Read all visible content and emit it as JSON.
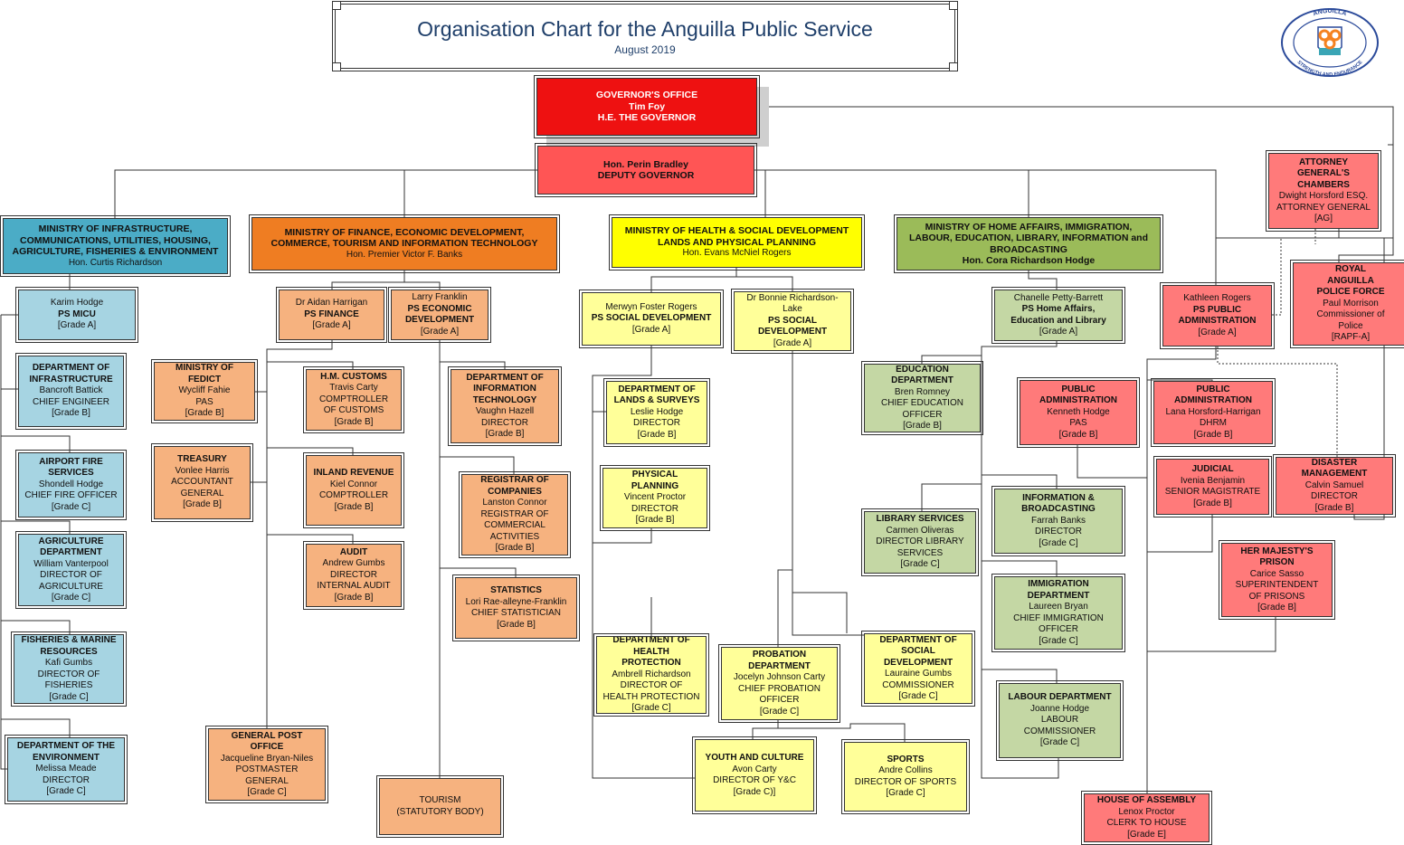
{
  "header": {
    "title": "Organisation Chart for the Anguilla Public Service",
    "subtitle": "August 2019"
  },
  "logo": {
    "top_text": "ANGUILLA",
    "bottom_text": "STRENGTH AND ENDURANCE",
    "ring_color": "#2b4a9a",
    "shield_colors": [
      "#ffffff",
      "#f58220",
      "#3aa5b5"
    ]
  },
  "colors": {
    "infrastructure": "#4bacc6",
    "finance": "#ef7d22",
    "health": "#ffff00",
    "home_affairs": "#9bbb59",
    "governor": "#ee1111",
    "independent": "#ff7a7a",
    "connector": "#333333"
  },
  "nodes": [
    {
      "id": "governor",
      "title": "GOVERNOR'S OFFICE\nTim Foy\nH.E. THE GOVERNOR",
      "lines": ""
    },
    {
      "id": "deputy",
      "title": "Hon. Perin Bradley\nDEPUTY GOVERNOR",
      "lines": ""
    },
    {
      "id": "min_infra",
      "title": "MINISTRY OF INFRASTRUCTURE,\nCOMMUNICATIONS, UTILITIES,  HOUSING,\nAGRICULTURE,  FISHERIES & ENVIRONMENT",
      "lines": "Hon. Curtis Richardson"
    },
    {
      "id": "min_fin",
      "title": "MINISTRY OF FINANCE, ECONOMIC DEVELOPMENT,\nCOMMERCE, TOURISM AND INFORMATION TECHNOLOGY",
      "lines": "Hon. Premier Victor F. Banks"
    },
    {
      "id": "min_health",
      "title": "MINISTRY OF HEALTH & SOCIAL DEVELOPMENT\nLANDS AND PHYSICAL PLANNING",
      "lines": "Hon. Evans McNiel Rogers"
    },
    {
      "id": "min_home",
      "title": "MINISTRY OF HOME AFFAIRS, IMMIGRATION,\nLABOUR, EDUCATION, LIBRARY, INFORMATION and\nBROADCASTING\nHon. Cora Richardson Hodge",
      "lines": ""
    },
    {
      "id": "ag",
      "title": "ATTORNEY\nGENERAL'S\nCHAMBERS",
      "lines": "Dwight Horsford ESQ.\nATTORNEY GENERAL\n[AG]"
    },
    {
      "id": "police",
      "title": "ROYAL\nANGUILLA\nPOLICE FORCE",
      "lines": "Paul Morrison\nCommissioner of\nPolice\n[RAPF-A]"
    },
    {
      "id": "ps_micu",
      "pre": "Karim Hodge",
      "title": "PS MICU",
      "lines": "[Grade A]"
    },
    {
      "id": "infra_dept",
      "title": "DEPARTMENT OF\nINFRASTRUCTURE",
      "lines": "Bancroft Battick\nCHIEF ENGINEER\n[Grade B]"
    },
    {
      "id": "airport",
      "title": "AIRPORT FIRE\nSERVICES",
      "lines": "Shondell Hodge\nCHIEF FIRE OFFICER\n[Grade C]"
    },
    {
      "id": "agri",
      "title": "AGRICULTURE\nDEPARTMENT",
      "lines": "William Vanterpool\nDIRECTOR OF\nAGRICULTURE\n[Grade C]"
    },
    {
      "id": "fish",
      "title": "FISHERIES & MARINE\nRESOURCES",
      "lines": "Kafi Gumbs\nDIRECTOR OF\nFISHERIES\n[Grade C]"
    },
    {
      "id": "env",
      "title": "DEPARTMENT OF THE\nENVIRONMENT",
      "lines": "Melissa Meade\nDIRECTOR\n[Grade C]"
    },
    {
      "id": "ps_fin",
      "pre": "Dr Aidan Harrigan",
      "title": "PS FINANCE",
      "lines": "[Grade A]"
    },
    {
      "id": "ps_econ",
      "pre": "Larry Franklin",
      "title": "PS ECONOMIC\nDEVELOPMENT",
      "lines": "[Grade A]"
    },
    {
      "id": "fedict",
      "title": "MINISTRY OF\nFEDICT",
      "lines": "Wycliff Fahie\nPAS\n[Grade B]"
    },
    {
      "id": "treasury",
      "title": "TREASURY",
      "lines": "Vonlee Harris\nACCOUNTANT\nGENERAL\n[Grade B]"
    },
    {
      "id": "customs",
      "title": "H.M. CUSTOMS",
      "lines": "Travis Carty\nCOMPTROLLER\nOF CUSTOMS\n[Grade B]"
    },
    {
      "id": "inland",
      "title": "INLAND REVENUE",
      "lines": "Kiel Connor\nCOMPTROLLER\n[Grade B]"
    },
    {
      "id": "audit",
      "title": "AUDIT",
      "lines": "Andrew Gumbs\nDIRECTOR\nINTERNAL AUDIT\n[Grade B]"
    },
    {
      "id": "gpo",
      "title": "GENERAL POST\nOFFICE",
      "lines": "Jacqueline Bryan-Niles\nPOSTMASTER\nGENERAL\n[Grade C]"
    },
    {
      "id": "dit",
      "title": "DEPARTMENT OF\nINFORMATION\nTECHNOLOGY",
      "lines": "Vaughn Hazell\nDIRECTOR\n[Grade B]"
    },
    {
      "id": "registrar",
      "title": "REGISTRAR OF\nCOMPANIES",
      "lines": "Lanston Connor\nREGISTRAR OF\nCOMMERCIAL\nACTIVITIES\n[Grade B]"
    },
    {
      "id": "stats",
      "title": "STATISTICS",
      "lines": "Lori Rae-alleyne-Franklin\nCHIEF STATISTICIAN\n[Grade B]"
    },
    {
      "id": "tourism",
      "title": "",
      "lines": "TOURISM\n(STATUTORY BODY)"
    },
    {
      "id": "ps_soc1",
      "pre": "Merwyn Foster Rogers",
      "title": "PS SOCIAL DEVELOPMENT",
      "lines": "[Grade A]"
    },
    {
      "id": "ps_soc2",
      "pre": "Dr Bonnie Richardson-\nLake",
      "title": "PS SOCIAL\nDEVELOPMENT",
      "lines": "[Grade A]"
    },
    {
      "id": "lands",
      "title": "DEPARTMENT OF\nLANDS & SURVEYS",
      "lines": "Leslie Hodge\nDIRECTOR\n[Grade B]"
    },
    {
      "id": "physplan",
      "title": "PHYSICAL\nPLANNING",
      "lines": "Vincent Proctor\nDIRECTOR\n[Grade B]"
    },
    {
      "id": "dhp",
      "title": "DEPARTMENT OF\nHEALTH\nPROTECTION",
      "lines": "Ambrell Richardson\nDIRECTOR OF\nHEALTH PROTECTION\n[Grade C]"
    },
    {
      "id": "probation",
      "title": "PROBATION\nDEPARTMENT",
      "lines": "Jocelyn Johnson Carty\nCHIEF PROBATION\nOFFICER\n[Grade C]"
    },
    {
      "id": "socdev",
      "title": "DEPARTMENT OF\nSOCIAL\nDEVELOPMENT",
      "lines": "Lauraine Gumbs\nCOMMISSIONER\n[Grade  C]"
    },
    {
      "id": "youth",
      "title": "YOUTH AND CULTURE",
      "lines": "Avon Carty\nDIRECTOR OF Y&C\n[Grade C)]"
    },
    {
      "id": "sports",
      "title": "SPORTS",
      "lines": "Andre Collins\nDIRECTOR OF SPORTS\n[Grade C]"
    },
    {
      "id": "ps_home",
      "pre": "Chanelle Petty-Barrett",
      "title": "PS Home Affairs,\nEducation and Library",
      "lines": "[Grade A]"
    },
    {
      "id": "edu",
      "title": "EDUCATION\nDEPARTMENT",
      "lines": "Bren Romney\nCHIEF EDUCATION\nOFFICER\n[Grade B]"
    },
    {
      "id": "library",
      "title": "LIBRARY SERVICES",
      "lines": "Carmen Oliveras\nDIRECTOR LIBRARY\nSERVICES\n[Grade C]"
    },
    {
      "id": "infobroad",
      "title": "INFORMATION &\nBROADCASTING",
      "lines": "Farrah Banks\nDIRECTOR\n[Grade C]"
    },
    {
      "id": "immig",
      "title": "IMMIGRATION\nDEPARTMENT",
      "lines": "Laureen Bryan\nCHIEF IMMIGRATION\nOFFICER\n[Grade C]"
    },
    {
      "id": "labour",
      "title": "LABOUR DEPARTMENT",
      "lines": "Joanne Hodge\nLABOUR\nCOMMISSIONER\n[Grade C]"
    },
    {
      "id": "ps_pa",
      "pre": "Kathleen Rogers",
      "title": "PS PUBLIC\nADMINISTRATION",
      "lines": "[Grade A]"
    },
    {
      "id": "pa1",
      "title": "PUBLIC\nADMINISTRATION",
      "lines": "Kenneth Hodge\nPAS\n[Grade B]"
    },
    {
      "id": "pa2",
      "title": "PUBLIC\nADMINISTRATION",
      "lines": "Lana Horsford-Harrigan\nDHRM\n[Grade B]"
    },
    {
      "id": "judicial",
      "title": "JUDICIAL",
      "lines": "Ivenia Benjamin\nSENIOR MAGISTRATE\n[Grade B]"
    },
    {
      "id": "disaster",
      "title": "DISASTER\nMANAGEMENT",
      "lines": "Calvin Samuel\nDIRECTOR\n[Grade B]"
    },
    {
      "id": "prison",
      "title": "HER MAJESTY'S\nPRISON",
      "lines": "Carice Sasso\nSUPERINTENDENT\nOF PRISONS\n[Grade B]"
    },
    {
      "id": "house",
      "title": "HOUSE OF ASSEMBLY",
      "lines": "Lenox Proctor\nCLERK TO HOUSE\n[Grade E]"
    }
  ]
}
